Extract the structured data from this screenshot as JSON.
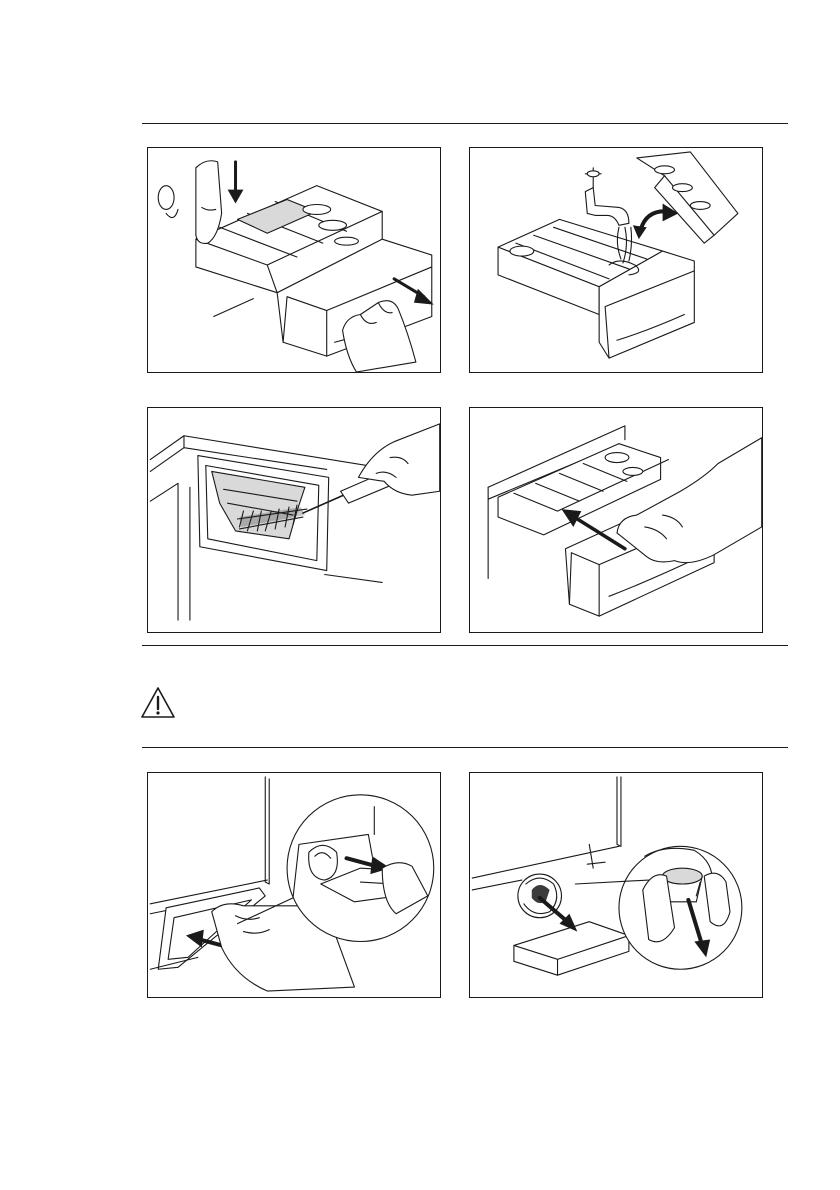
{
  "warning": {
    "icon": "warning-triangle-icon",
    "text": ""
  },
  "figures": [
    {
      "id": "press-release-and-pull-out-dispenser"
    },
    {
      "id": "rinse-dispenser-under-tap"
    },
    {
      "id": "brush-dispenser-recess"
    },
    {
      "id": "push-dispenser-back-in"
    },
    {
      "id": "open-filter-door-and-flap"
    },
    {
      "id": "unscrew-drain-filter"
    }
  ]
}
